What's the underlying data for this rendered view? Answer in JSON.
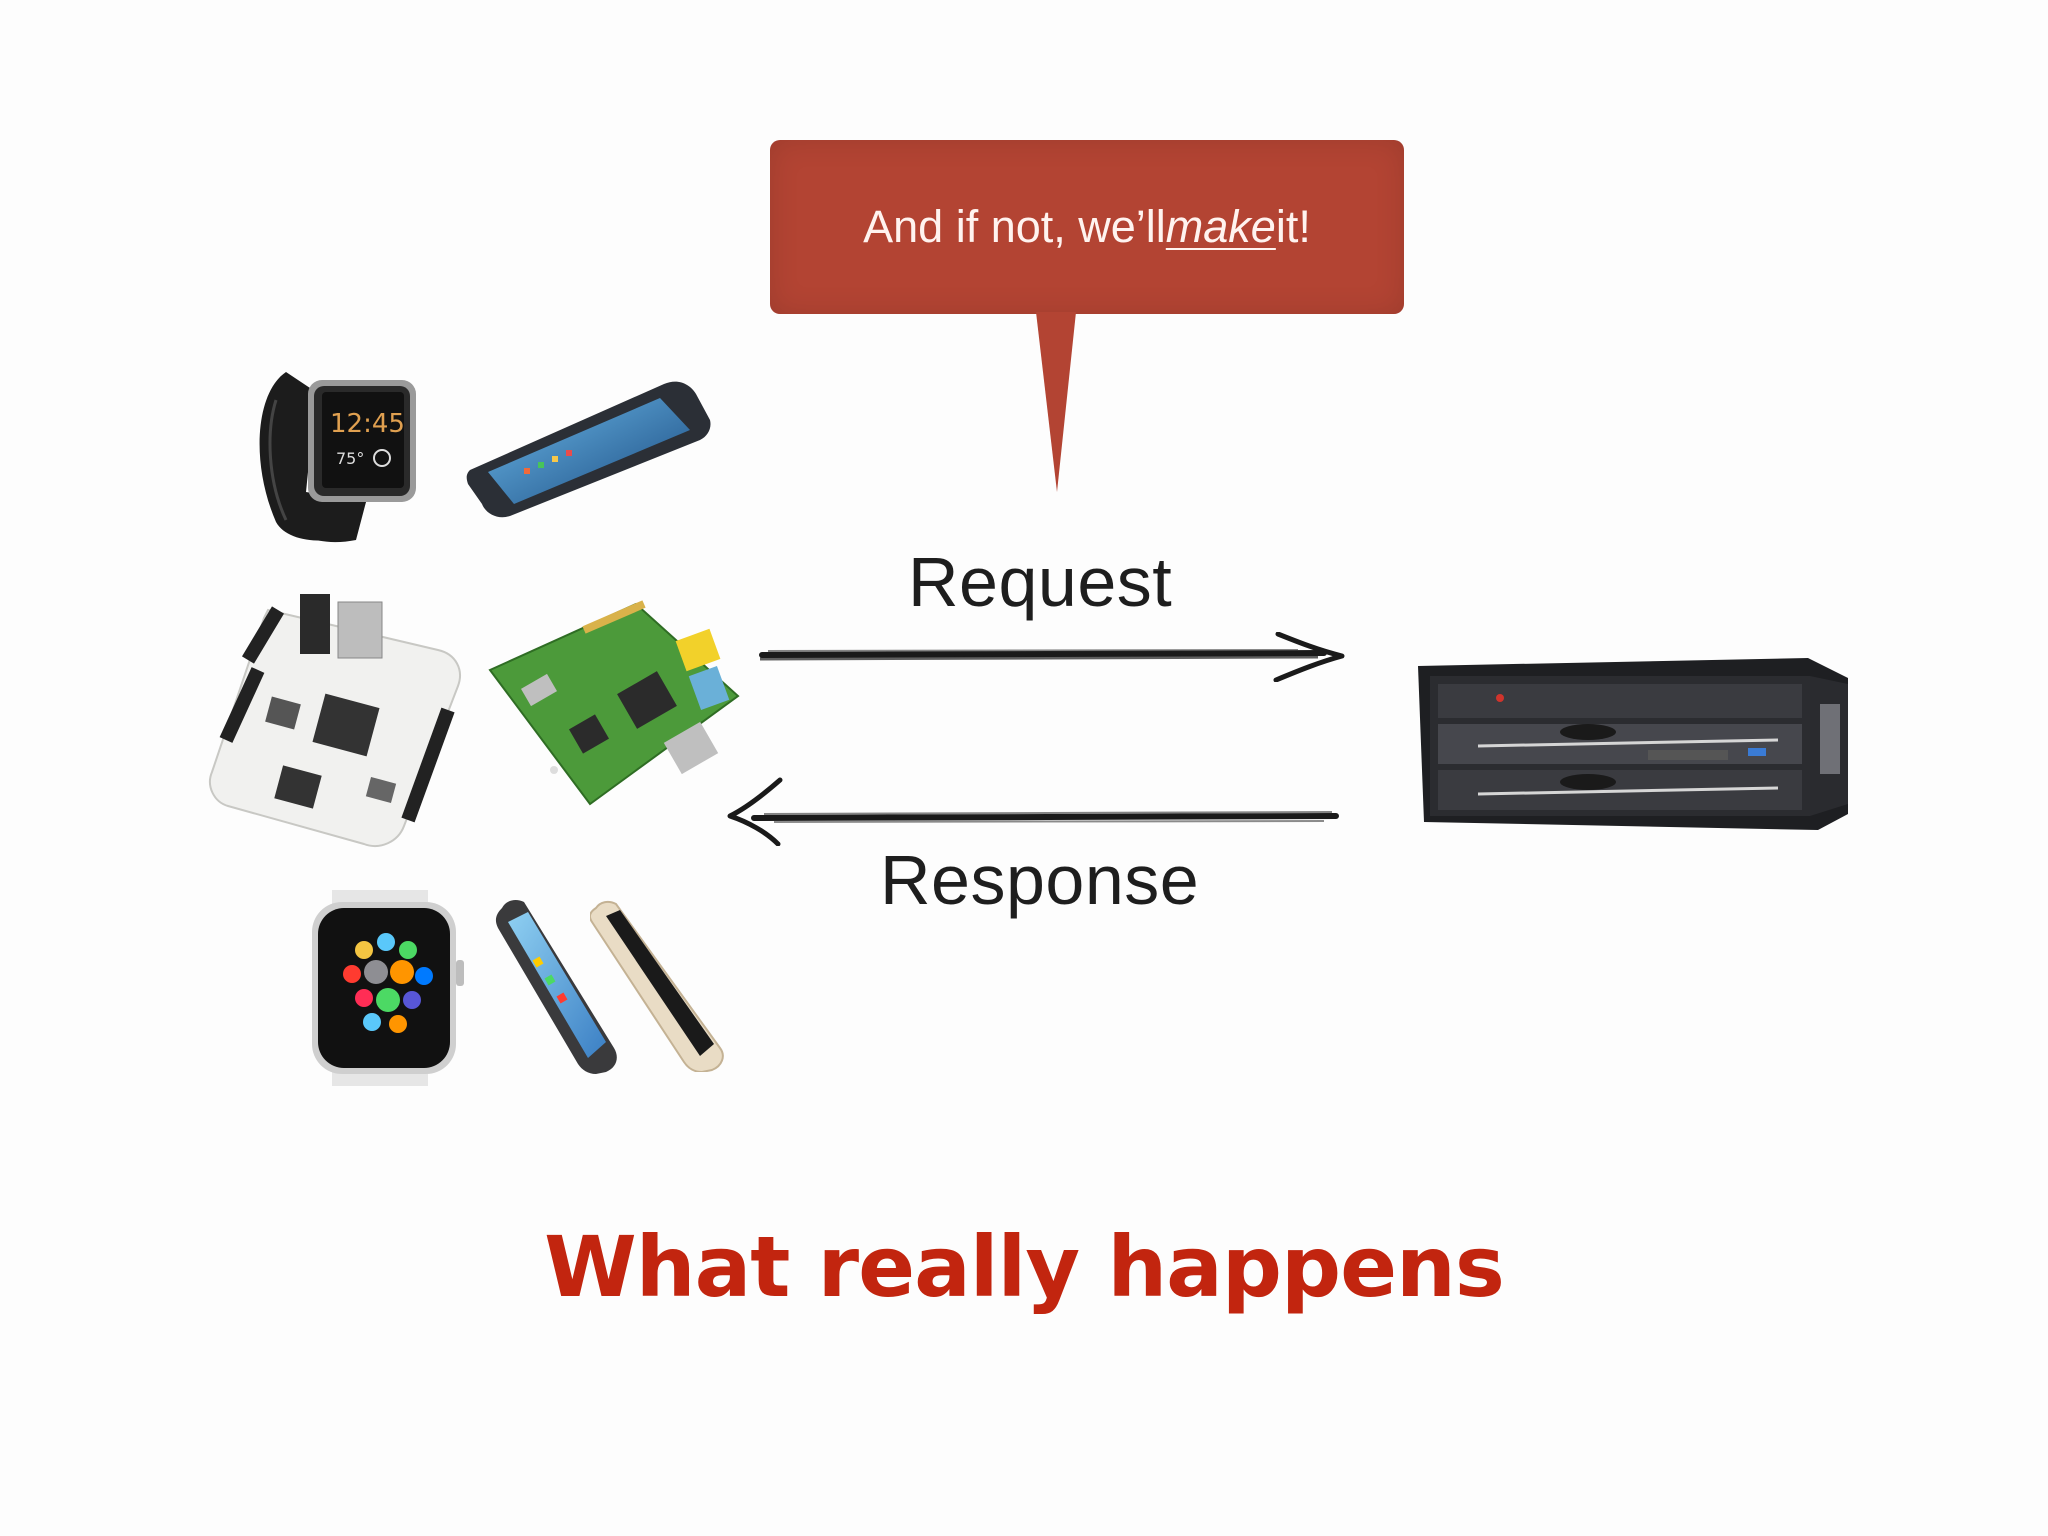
{
  "callout": {
    "text_before": "And if not, we’ll ",
    "text_emphasis": "make",
    "text_after": " it!",
    "color": "#b34433"
  },
  "labels": {
    "request": "Request",
    "response": "Response"
  },
  "title": {
    "text": "What really happens",
    "color": "#c2250f"
  },
  "watch_display": {
    "time": "12:45",
    "temperature": "75°"
  },
  "devices": {
    "clients": [
      "smartwatch-android-icon",
      "android-phone-icon",
      "beaglebone-board-icon",
      "raspberry-pi-board-icon",
      "apple-watch-icon",
      "iphone-icon",
      "iphone-gold-icon"
    ],
    "server": "rack-server-icon"
  }
}
